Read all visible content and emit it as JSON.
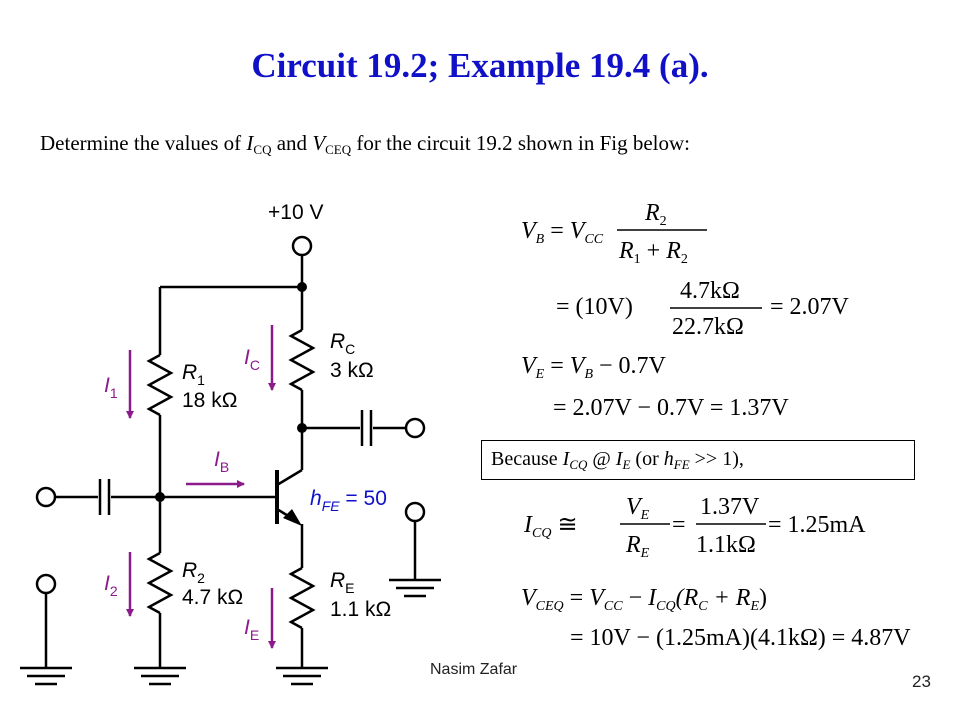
{
  "slide": {
    "title": "Circuit 19.2; Example 19.4 (a).",
    "intro": {
      "t1": "Determine the values of ",
      "v1": "I",
      "s1": "CQ",
      "t2": " and ",
      "v2": "V",
      "s2": "CEQ",
      "t3": " for the circuit 19.2 shown in Fig below:"
    },
    "footer_author": "Nasim Zafar",
    "page_number": "23"
  },
  "circuit": {
    "supply": "+10 V",
    "r1": {
      "name": "R",
      "sub": "1",
      "value": "18 kΩ"
    },
    "r2": {
      "name": "R",
      "sub": "2",
      "value": "4.7 kΩ"
    },
    "rc": {
      "name": "R",
      "sub": "C",
      "value": "3 kΩ"
    },
    "re": {
      "name": "R",
      "sub": "E",
      "value": "1.1 kΩ"
    },
    "hfe": {
      "name": "h",
      "sub": "FE",
      "value": " = 50"
    },
    "currents": {
      "i1": {
        "name": "I",
        "sub": "1"
      },
      "i2": {
        "name": "I",
        "sub": "2"
      },
      "ic": {
        "name": "I",
        "sub": "C"
      },
      "ib": {
        "name": "I",
        "sub": "B"
      },
      "ie": {
        "name": "I",
        "sub": "E"
      }
    },
    "current_color": "#8b1a8b",
    "wire_color": "#000000"
  },
  "equations": {
    "vb": {
      "lhs": "V",
      "lhs_sub": "B",
      "eq": " = ",
      "v": "V",
      "v_sub": "CC",
      "num": "R",
      "num_sub": "2",
      "den_a": "R",
      "den_a_sub": "1",
      "plus": " + ",
      "den_b": "R",
      "den_b_sub": "2"
    },
    "vb_calc": {
      "pre": "= (10V)",
      "num": "4.7kΩ",
      "den": "22.7kΩ",
      "post": "= 2.07V"
    },
    "ve": {
      "lhs": "V",
      "lhs_sub": "E",
      "eq": " = ",
      "v": "V",
      "v_sub": "B",
      "post": " − 0.7V"
    },
    "ve_calc": "= 2.07V − 0.7V = 1.37V",
    "because": {
      "t1": "Because ",
      "v1": "I",
      "s1": "CQ",
      "t2": " @ ",
      "v2": "I",
      "s2": "E",
      "t3": " (or ",
      "v3": "h",
      "s3": "FE",
      "t4": " >> 1),"
    },
    "icq": {
      "lhs": "I",
      "lhs_sub": "CQ",
      "approx": " ≅ ",
      "num": "V",
      "num_sub": "E",
      "den": "R",
      "den_sub": "E",
      "eq": " = ",
      "num2": "1.37V",
      "den2": "1.1kΩ",
      "post": " = 1.25mA"
    },
    "vceq": {
      "lhs": "V",
      "lhs_sub": "CEQ",
      "eq": " = ",
      "a": "V",
      "a_sub": "CC",
      "minus": " − ",
      "b": "I",
      "b_sub": "CQ",
      "c": "(R",
      "c_sub": "C",
      "plus": " + R",
      "d_sub": "E",
      "close": ")"
    },
    "vceq_calc": "= 10V − (1.25mA)(4.1kΩ) = 4.87V"
  }
}
